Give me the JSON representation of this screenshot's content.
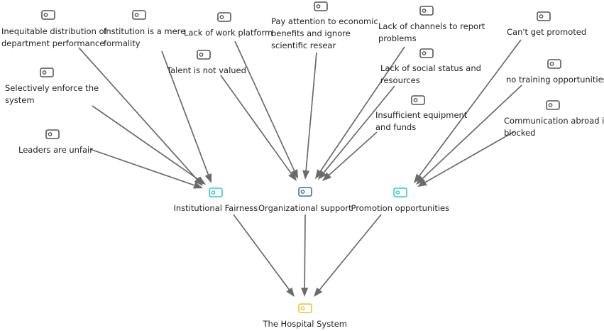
{
  "colors": {
    "edge": "#6b6b6b",
    "cause_icon": "#555555",
    "factor_fairness_icon": "#3fc0cf",
    "factor_support_icon": "#3d6e9e",
    "factor_promotion_icon": "#3fc0cf",
    "outcome_icon": "#e8c23a"
  },
  "icon_name": "node-badge-icon",
  "outcome": {
    "id": "hospital",
    "label": "The Hospital System"
  },
  "factors": [
    {
      "id": "fairness",
      "label": "Institutional Fairness"
    },
    {
      "id": "support",
      "label": "Organizational support"
    },
    {
      "id": "promotion",
      "label": "Promotion opportunities"
    }
  ],
  "causes": [
    {
      "id": "c1",
      "lines": [
        "Inequitable distribution of",
        "department performance"
      ],
      "target": "fairness"
    },
    {
      "id": "c2",
      "lines": [
        "Institution is a mere",
        "formality"
      ],
      "target": "fairness"
    },
    {
      "id": "c3",
      "lines": [
        "Selectively enforce the",
        "system"
      ],
      "target": "fairness"
    },
    {
      "id": "c4",
      "lines": [
        "Leaders are unfair"
      ],
      "target": "fairness"
    },
    {
      "id": "c5",
      "lines": [
        "Lack of work platform"
      ],
      "target": "support"
    },
    {
      "id": "c6",
      "lines": [
        "Talent is not valued"
      ],
      "target": "support"
    },
    {
      "id": "c7",
      "lines": [
        "Pay attention to economic",
        "benefits and ignore",
        "scientific resear"
      ],
      "target": "support"
    },
    {
      "id": "c8",
      "lines": [
        "Lack of channels to report",
        "problems"
      ],
      "target": "support"
    },
    {
      "id": "c9",
      "lines": [
        "Lack of social status and",
        "resources"
      ],
      "target": "support"
    },
    {
      "id": "c10",
      "lines": [
        "Insufficient equipment",
        "and funds"
      ],
      "target": "support"
    },
    {
      "id": "c11",
      "lines": [
        "Can't get promoted"
      ],
      "target": "promotion"
    },
    {
      "id": "c12",
      "lines": [
        "no training opportunities"
      ],
      "target": "promotion"
    },
    {
      "id": "c13",
      "lines": [
        "Communication abroad is",
        "blocked"
      ],
      "target": "promotion"
    }
  ]
}
